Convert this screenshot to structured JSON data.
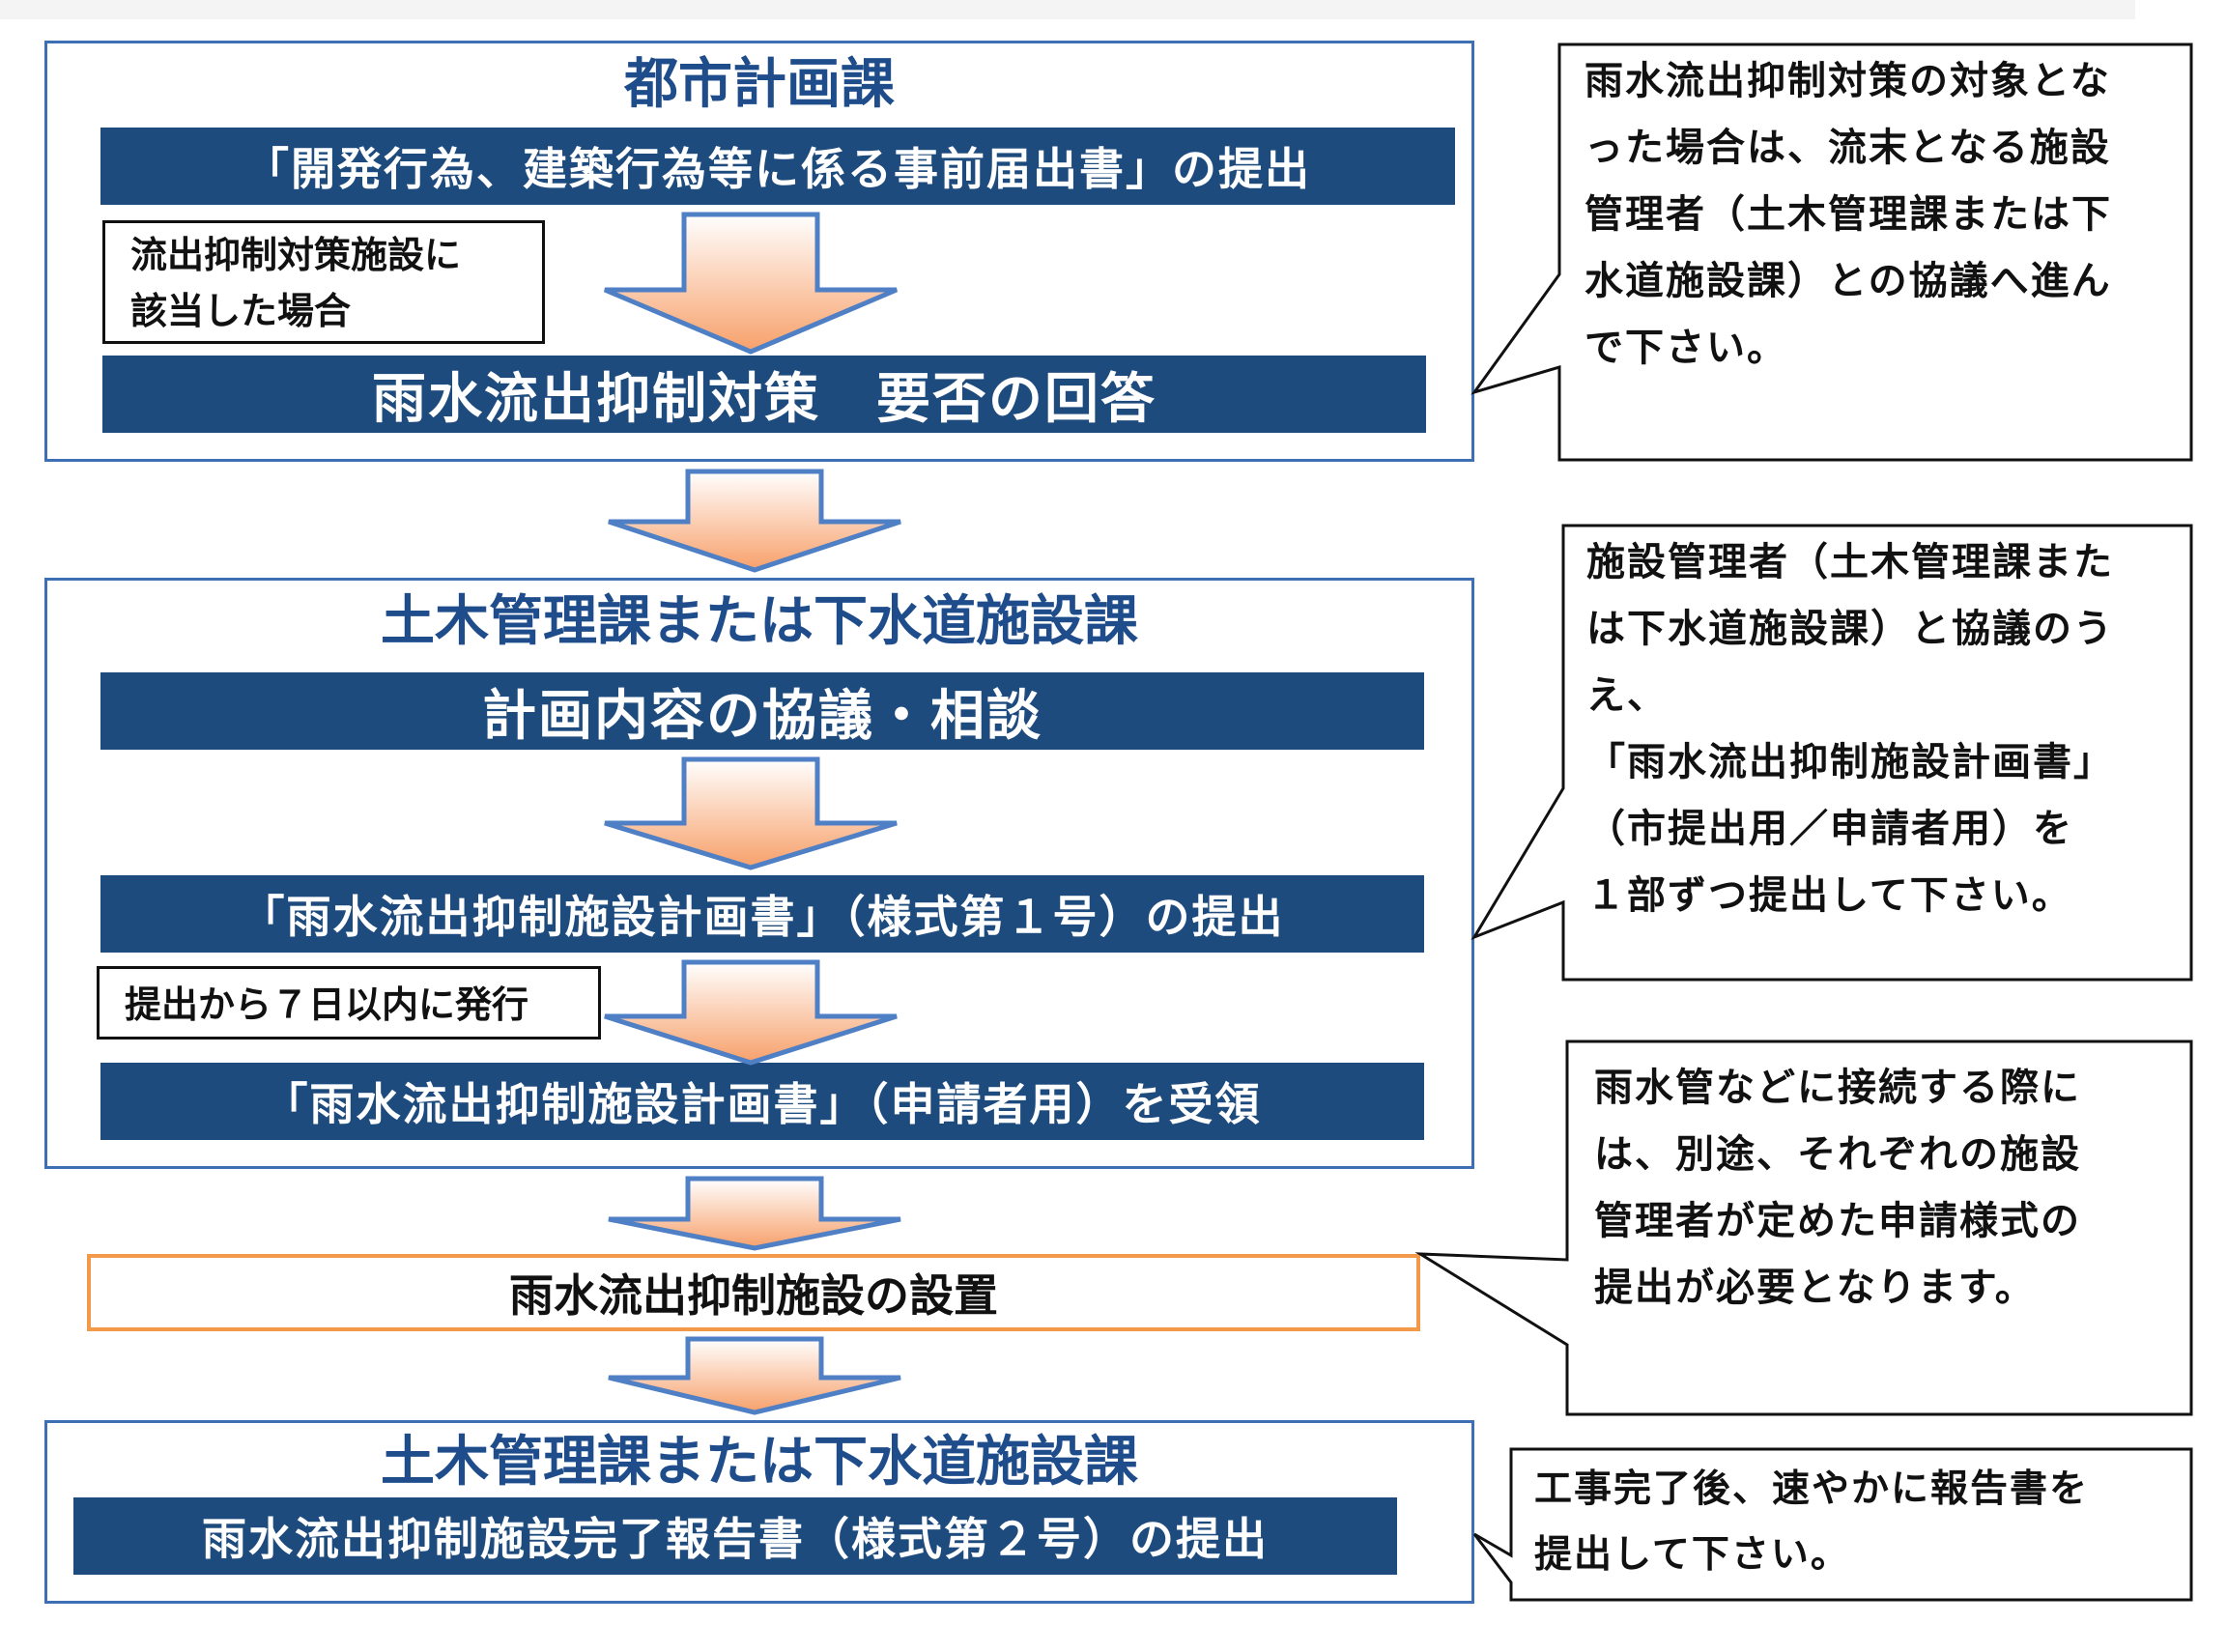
{
  "section1": {
    "title": "都市計画課",
    "step1": "「開発行為、建築行為等に係る事前届出書」の提出",
    "condition_line1": "流出抑制対策施設に",
    "condition_line2": "該当した場合",
    "step2": "雨水流出抑制対策　要否の回答"
  },
  "section2": {
    "title": "土木管理課または下水道施設課",
    "step1": "計画内容の協議・相談",
    "step2": "「雨水流出抑制施設計画書」（様式第１号）の提出",
    "condition": "提出から７日以内に発行",
    "step3": "「雨水流出抑制施設計画書」（申請者用）を受領"
  },
  "install": {
    "label": "雨水流出抑制施設の設置"
  },
  "section3": {
    "title": "土木管理課または下水道施設課",
    "step1": "雨水流出抑制施設完了報告書（様式第２号）の提出"
  },
  "callouts": [
    {
      "lines": [
        "雨水流出抑制対策の対象とな",
        "った場合は、流末となる施設",
        "管理者（土木管理課または下",
        "水道施設課）との協議へ進ん",
        "で下さい。"
      ]
    },
    {
      "lines": [
        "施設管理者（土木管理課また",
        "は下水道施設課）と協議のう",
        "え、",
        "「雨水流出抑制施設計画書」",
        "（市提出用／申請者用）を",
        "１部ずつ提出して下さい。"
      ]
    },
    {
      "lines": [
        "雨水管などに接続する際に",
        "は、別途、それぞれの施設",
        "管理者が定めた申請様式の",
        "提出が必要となります。"
      ]
    },
    {
      "lines": [
        "工事完了後、速やかに報告書を",
        "提出して下さい。"
      ]
    }
  ],
  "colors": {
    "bar_fill": "#1e4b7e",
    "section_border": "#3e6fb4",
    "title_text": "#1f4d8c",
    "arrow_gradient_top": "#ffffff",
    "arrow_gradient_bottom": "#f7a06a",
    "arrow_stroke": "#4f7fc4",
    "install_border": "#f29a4a"
  },
  "icons": [
    "down-arrow-icon"
  ]
}
